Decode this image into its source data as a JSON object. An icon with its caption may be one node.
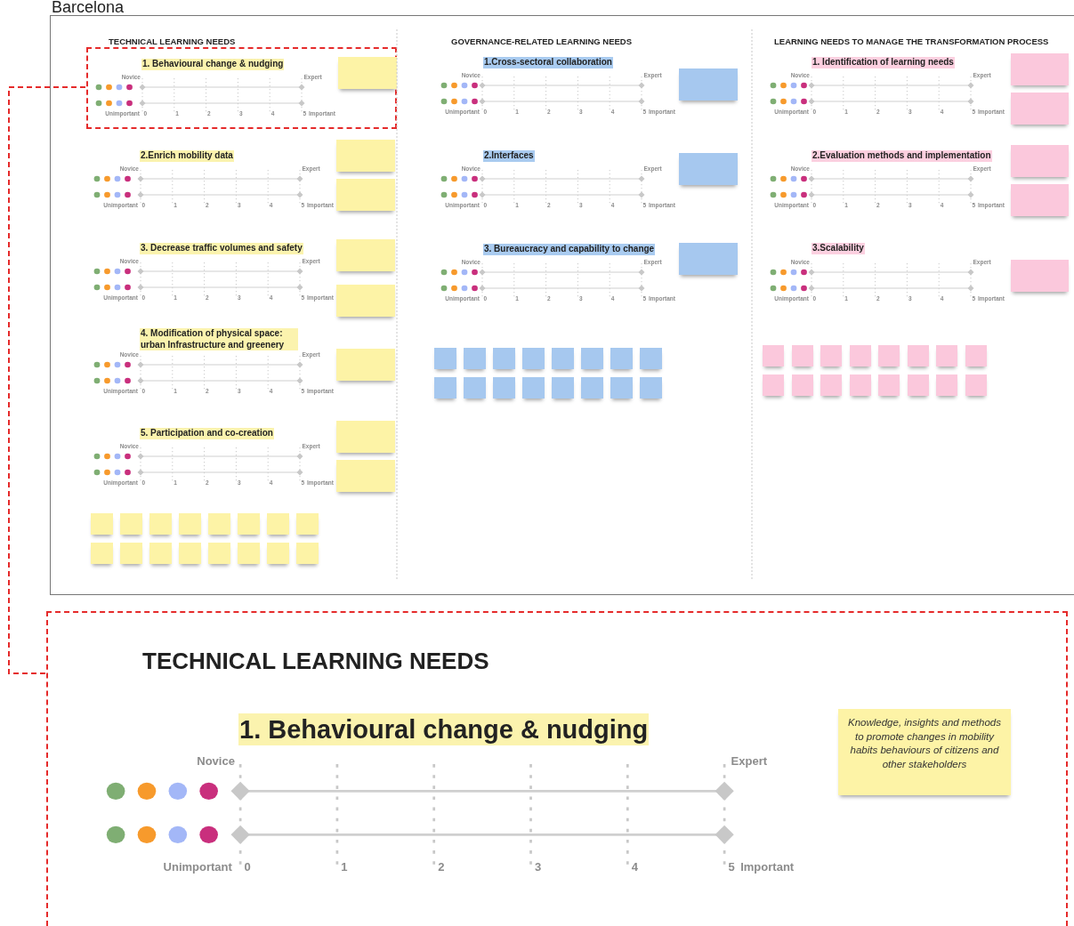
{
  "diagram": {
    "title": "Barcelona",
    "nodes": [
      {
        "text": [],
        "shape": "box"
      },
      {
        "text": [],
        "shape": "box",
        "in": 0
      },
      {
        "text": [
          "1. Behavioural change & nudging"
        ],
        "in": 1
      },
      {
        "text": [],
        "shape": "box",
        "in": 1
      },
      {
        "text": [
          "2.Enrich mobility data"
        ],
        "in": 0
      },
      {
        "text": [],
        "shape": "box",
        "in": 0
      },
      {
        "text": [],
        "shape": "box",
        "in": 0
      },
      {
        "text": [
          "3. Decrease traffic volumes and safety"
        ],
        "in": 0
      },
      {
        "text": [],
        "shape": "box",
        "in": 0
      },
      {
        "text": [],
        "shape": "box",
        "in": 0
      },
      {
        "text": [
          "4. Modification of physical space: urban Infrastructure and greenery"
        ],
        "in": 0
      },
      {
        "text": [],
        "shape": "box",
        "in": 0
      },
      {
        "text": [
          "5. Participation and co-creation"
        ],
        "in": 0
      },
      {
        "text": [],
        "shape": "box",
        "in": 0
      },
      {
        "text": [],
        "shape": "box",
        "in": 0
      },
      {
        "text": [],
        "shape": "box",
        "in": 0
      },
      {
        "text": [],
        "shape": "box",
        "in": 0
      },
      {
        "text": [],
        "shape": "box",
        "in": 0
      },
      {
        "text": [],
        "shape": "box",
        "in": 0
      },
      {
        "text": [],
        "shape": "box",
        "in": 0
      },
      {
        "text": [],
        "shape": "box",
        "in": 0
      },
      {
        "text": [],
        "shape": "box",
        "in": 0
      },
      {
        "text": [],
        "shape": "box",
        "in": 0
      },
      {
        "text": [],
        "shape": "box",
        "in": 0
      },
      {
        "text": [],
        "shape": "box",
        "in": 0
      },
      {
        "text": [],
        "shape": "box",
        "in": 0
      },
      {
        "text": [],
        "shape": "box",
        "in": 0
      },
      {
        "text": [],
        "shape": "box",
        "in": 0
      },
      {
        "text": [],
        "shape": "box",
        "in": 0
      },
      {
        "text": [],
        "shape": "box",
        "in": 0
      },
      {
        "text": [],
        "shape": "box",
        "in": 0
      },
      {
        "text": [
          "1.Cross-sectoral collaboration"
        ],
        "in": 0
      },
      {
        "text": [],
        "shape": "box",
        "in": 0
      },
      {
        "text": [
          "2.Interfaces"
        ],
        "in": 0
      },
      {
        "text": [],
        "shape": "box",
        "in": 0
      },
      {
        "text": [
          "3. Bureaucracy and capability to change"
        ],
        "in": 0
      },
      {
        "text": [],
        "shape": "box",
        "in": 0
      },
      {
        "text": [],
        "shape": "box",
        "in": 0
      },
      {
        "text": [],
        "shape": "box",
        "in": 0
      },
      {
        "text": [],
        "shape": "box",
        "in": 0
      },
      {
        "text": [],
        "shape": "box",
        "in": 0
      },
      {
        "text": [],
        "shape": "box",
        "in": 0
      },
      {
        "text": [],
        "shape": "box",
        "in": 0
      },
      {
        "text": [],
        "shape": "box",
        "in": 0
      },
      {
        "text": [],
        "shape": "box",
        "in": 0
      },
      {
        "text": [],
        "shape": "box",
        "in": 0
      },
      {
        "text": [],
        "shape": "box",
        "in": 0
      },
      {
        "text": [],
        "shape": "box",
        "in": 0
      },
      {
        "text": [],
        "shape": "box",
        "in": 0
      },
      {
        "text": [],
        "shape": "box",
        "in": 0
      },
      {
        "text": [],
        "shape": "box",
        "in": 0
      },
      {
        "text": [],
        "shape": "box",
        "in": 0
      },
      {
        "text": [],
        "shape": "box",
        "in": 0
      },
      {
        "text": [
          "1. Identification of learning needs"
        ],
        "in": 0
      },
      {
        "text": [],
        "shape": "box",
        "in": 0
      },
      {
        "text": [],
        "shape": "box",
        "in": 0
      },
      {
        "text": [
          "2.Evaluation methods and implementation"
        ],
        "in": 0
      },
      {
        "text": [],
        "shape": "box",
        "in": 0
      },
      {
        "text": [],
        "shape": "box",
        "in": 0
      },
      {
        "text": [
          "3.Scalability"
        ],
        "in": 0
      },
      {
        "text": [],
        "shape": "box",
        "in": 0
      },
      {
        "text": [],
        "shape": "box",
        "in": 0
      },
      {
        "text": [],
        "shape": "box",
        "in": 0
      },
      {
        "text": [],
        "shape": "box",
        "in": 0
      },
      {
        "text": [],
        "shape": "box",
        "in": 0
      },
      {
        "text": [],
        "shape": "box",
        "in": 0
      },
      {
        "text": [],
        "shape": "box",
        "in": 0
      },
      {
        "text": [],
        "shape": "box",
        "in": 0
      },
      {
        "text": [],
        "shape": "box",
        "in": 0
      },
      {
        "text": [],
        "shape": "box",
        "in": 0
      },
      {
        "text": [],
        "shape": "box",
        "in": 0
      },
      {
        "text": [],
        "shape": "box",
        "in": 0
      },
      {
        "text": [],
        "shape": "box",
        "in": 0
      },
      {
        "text": [],
        "shape": "box",
        "in": 0
      },
      {
        "text": [],
        "shape": "box",
        "in": 0
      },
      {
        "text": [],
        "shape": "box",
        "in": 0
      },
      {
        "text": [],
        "shape": "box",
        "in": 0
      },
      {
        "text": [
          "TECHNICAL LEARNING NEEDS"
        ]
      },
      {
        "text": [
          "1. Behavioural change & nudging"
        ],
        "in": 77
      },
      {
        "text": [
          "Knowledge, insights and methods to promote changes in mobility habits behaviours of citizens and other stakeholders"
        ],
        "in": 77
      }
    ],
    "edges": [
      {
        "from": 1,
        "to": 77,
        "arrow": "none",
        "style": "dashed"
      }
    ],
    "labels": [
      "TECHNICAL LEARNING NEEDS",
      "GOVERNANCE-RELATED LEARNING NEEDS",
      "LEARNING NEEDS TO MANAGE THE TRANSFORMATION PROCESS",
      "Novice",
      "Expert",
      "Unimportant",
      "0",
      "1",
      "2",
      "3",
      "4",
      "5",
      "Important",
      "Novice",
      "Expert",
      "Unimportant",
      "0",
      "1",
      "2",
      "3",
      "4",
      "5",
      "Important",
      "Novice",
      "Expert",
      "Unimportant",
      "0",
      "1",
      "2",
      "3",
      "4",
      "5",
      "Important",
      "Novice",
      "Expert",
      "Unimportant",
      "0",
      "1",
      "2",
      "3",
      "4",
      "5",
      "Important",
      "Novice",
      "Expert",
      "Unimportant",
      "0",
      "1",
      "2",
      "3",
      "4",
      "5",
      "Important",
      "Novice",
      "Expert",
      "Unimportant",
      "0",
      "1",
      "2",
      "3",
      "4",
      "5",
      "Important",
      "Novice",
      "Expert",
      "Unimportant",
      "0",
      "1",
      "2",
      "3",
      "4",
      "5",
      "Important",
      "Novice",
      "Expert",
      "Unimportant",
      "0",
      "1",
      "2",
      "3",
      "4",
      "5",
      "Important",
      "Novice",
      "Expert",
      "Unimportant",
      "0",
      "1",
      "2",
      "3",
      "4",
      "5",
      "Important",
      "Novice",
      "Expert",
      "Unimportant",
      "0",
      "1",
      "2",
      "3",
      "4",
      "5",
      "Important",
      "Novice",
      "Expert",
      "Unimportant",
      "0",
      "1",
      "2",
      "3",
      "4",
      "5",
      "Important",
      "Novice",
      "Expert",
      "Unimportant",
      "0",
      "1",
      "2",
      "3",
      "4",
      "5",
      "Important"
    ]
  }
}
